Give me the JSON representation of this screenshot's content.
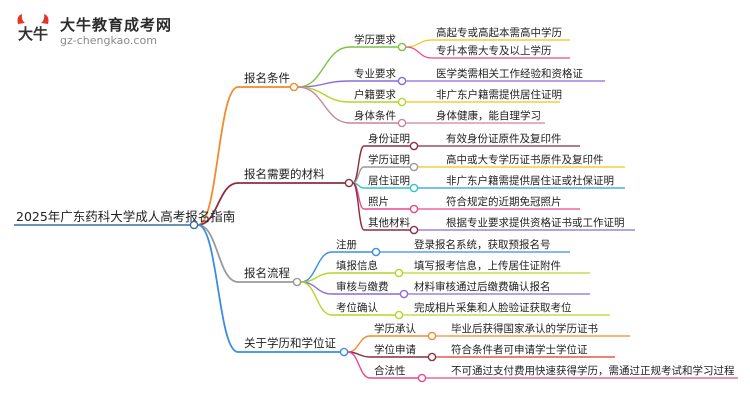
{
  "logo": {
    "title": "大牛教育成考网",
    "url": "gz-chengkao.com",
    "mark_text": "大牛"
  },
  "root": {
    "label": "2025年广东药科大学成人高考报名指南"
  },
  "branches": [
    {
      "label": "报名条件",
      "color": "#f28a2e",
      "children": [
        {
          "label": "学历要求",
          "color": "#7cc242",
          "leaves": [
            {
              "label": "高起专或高起本需高中学历",
              "color": "#f0c419"
            },
            {
              "label": "专升本需大专及以上学历",
              "color": "#e64a8c"
            }
          ]
        },
        {
          "label": "专业要求",
          "color": "#8a6ad8",
          "leaves": [
            {
              "label": "医学类需相关工作经验和资格证",
              "color": "#8a6ad8"
            }
          ]
        },
        {
          "label": "户籍要求",
          "color": "#b9d428",
          "leaves": [
            {
              "label": "非广东户籍需提供居住证明",
              "color": "#f0c419"
            }
          ]
        },
        {
          "label": "身体条件",
          "color": "#c9849c",
          "leaves": [
            {
              "label": "身体健康，能自理学习",
              "color": "#c9849c"
            }
          ]
        }
      ]
    },
    {
      "label": "报名需要的材料",
      "color": "#8a2f3f",
      "children": [
        {
          "label": "身份证明",
          "color": "#8a2f3f",
          "leaves": [
            {
              "label": "有效身份证原件及复印件",
              "color": "#8a2f3f"
            }
          ]
        },
        {
          "label": "学历证明",
          "color": "#9a9a9a",
          "leaves": [
            {
              "label": "高中或大专学历证书原件及复印件",
              "color": "#f0c419"
            }
          ]
        },
        {
          "label": "居住证明",
          "color": "#2ec4c4",
          "leaves": [
            {
              "label": "非广东户籍需提供居住证或社保证明",
              "color": "#2e9be0"
            }
          ]
        },
        {
          "label": "照片",
          "color": "#e64a8c",
          "leaves": [
            {
              "label": "符合规定的近期免冠照片",
              "color": "#e64a8c"
            }
          ]
        },
        {
          "label": "其他材料",
          "color": "#8a2f3f",
          "leaves": [
            {
              "label": "根据专业要求提供资格证书或工作证明",
              "color": "#8a6ad8"
            }
          ]
        }
      ]
    },
    {
      "label": "报名流程",
      "color": "#9a9a9a",
      "children": [
        {
          "label": "注册",
          "color": "#3a8de0",
          "leaves": [
            {
              "label": "登录报名系统，获取预报名号",
              "color": "#3a8de0"
            }
          ]
        },
        {
          "label": "填报信息",
          "color": "#b9d428",
          "leaves": [
            {
              "label": "填写报考信息，上传居住证附件",
              "color": "#b9d428"
            }
          ]
        },
        {
          "label": "审核与缴费",
          "color": "#8a6ad8",
          "leaves": [
            {
              "label": "材料审核通过后缴费确认报名",
              "color": "#8a6ad8"
            }
          ]
        },
        {
          "label": "考位确认",
          "color": "#b9d428",
          "leaves": [
            {
              "label": "完成相片采集和人脸验证获取考位",
              "color": "#b9d428"
            }
          ]
        }
      ]
    },
    {
      "label": "关于学历和学位证",
      "color": "#3a8de0",
      "children": [
        {
          "label": "学历承认",
          "color": "#f28a2e",
          "leaves": [
            {
              "label": "毕业后获得国家承认的学历证书",
              "color": "#f28a2e"
            }
          ]
        },
        {
          "label": "学位申请",
          "color": "#8a2f3f",
          "leaves": [
            {
              "label": "符合条件者可申请学士学位证",
              "color": "#e0362e"
            }
          ]
        },
        {
          "label": "合法性",
          "color": "#e64a8c",
          "leaves": [
            {
              "label": "不可通过支付费用快速获得学历，需通过正规考试和学习过程",
              "color": "#e64a8c"
            }
          ]
        }
      ]
    }
  ]
}
